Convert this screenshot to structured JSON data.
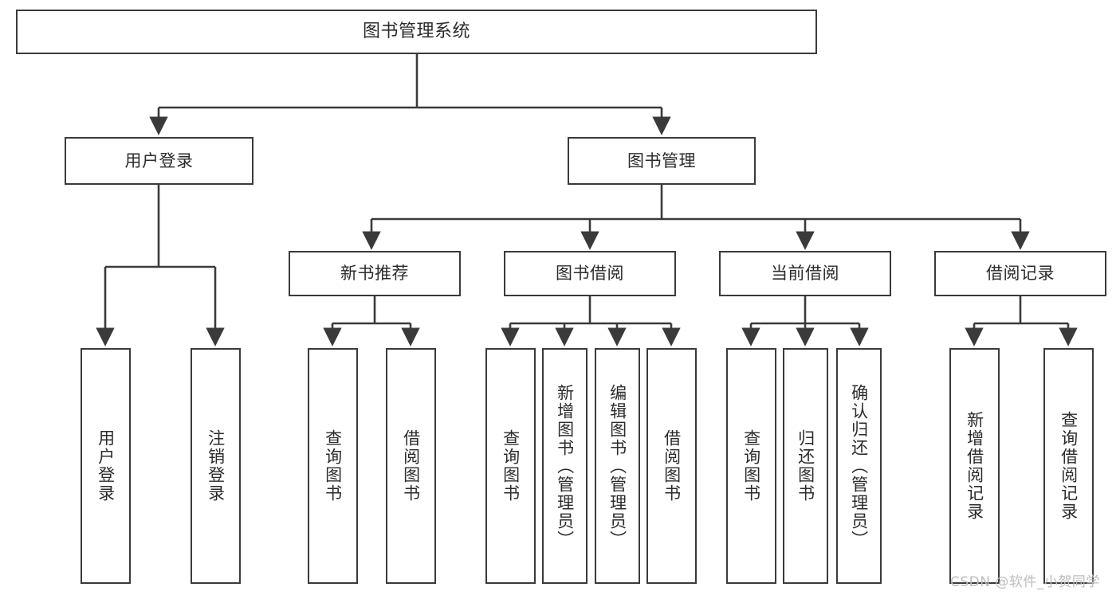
{
  "diagram": {
    "title": "图书管理系统",
    "type": "tree-hierarchy-chart",
    "colors": {
      "node_border": "#3a3a3a",
      "node_fill": "#ffffff",
      "edge": "#3a3a3a",
      "text": "#2b2b2b",
      "watermark": "#bdbdbd",
      "background": "#ffffff"
    }
  },
  "nodes": {
    "root": {
      "label": "图书管理系统"
    },
    "level2": [
      {
        "id": "user-login",
        "label": "用户登录"
      },
      {
        "id": "book-manage",
        "label": "图书管理"
      }
    ],
    "level3": [
      {
        "id": "new-book-recommend",
        "label": "新书推荐"
      },
      {
        "id": "book-borrow",
        "label": "图书借阅"
      },
      {
        "id": "current-borrow",
        "label": "当前借阅"
      },
      {
        "id": "borrow-record",
        "label": "借阅记录"
      }
    ],
    "leaves": [
      {
        "id": "leaf-user-login",
        "label": "用户登录",
        "parent": "user-login"
      },
      {
        "id": "leaf-logout-login",
        "label": "注销登录",
        "parent": "user-login"
      },
      {
        "id": "leaf-query-book-1",
        "label": "查询图书",
        "parent": "new-book-recommend"
      },
      {
        "id": "leaf-borrow-book-1",
        "label": "借阅图书",
        "parent": "new-book-recommend"
      },
      {
        "id": "leaf-query-book-2",
        "label": "查询图书",
        "parent": "book-borrow"
      },
      {
        "id": "leaf-add-book",
        "label": "新增图书（管理员）",
        "parent": "book-borrow"
      },
      {
        "id": "leaf-edit-book",
        "label": "编辑图书（管理员）",
        "parent": "book-borrow"
      },
      {
        "id": "leaf-borrow-book-2",
        "label": "借阅图书",
        "parent": "book-borrow"
      },
      {
        "id": "leaf-query-book-3",
        "label": "查询图书",
        "parent": "current-borrow"
      },
      {
        "id": "leaf-return-book",
        "label": "归还图书",
        "parent": "current-borrow"
      },
      {
        "id": "leaf-confirm-return",
        "label": "确认归还（管理员）",
        "parent": "current-borrow"
      },
      {
        "id": "leaf-add-record",
        "label": "新增借阅记录",
        "parent": "borrow-record"
      },
      {
        "id": "leaf-query-record",
        "label": "查询借阅记录",
        "parent": "borrow-record"
      }
    ]
  },
  "watermark": {
    "text": "CSDN @软件_小贺同学"
  }
}
